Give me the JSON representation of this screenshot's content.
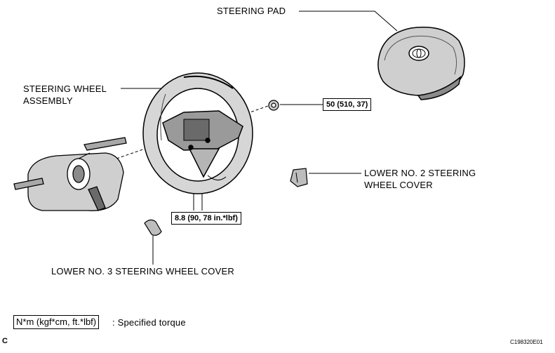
{
  "labels": {
    "steering_pad": "STEERING PAD",
    "steering_wheel_line1": "STEERING WHEEL",
    "steering_wheel_line2": "ASSEMBLY",
    "lower_no2_line1": "LOWER NO. 2 STEERING",
    "lower_no2_line2": "WHEEL COVER",
    "lower_no3": "LOWER NO. 3 STEERING WHEEL COVER"
  },
  "torque": {
    "nut": "50 (510, 37)",
    "screws": "8.8 (90, 78 in.*lbf)"
  },
  "legend": {
    "unit": "N*m (kgf*cm, ft.*lbf)",
    "text": ": Specified torque"
  },
  "corner_letter": "C",
  "figure_id": "C198320E01"
}
